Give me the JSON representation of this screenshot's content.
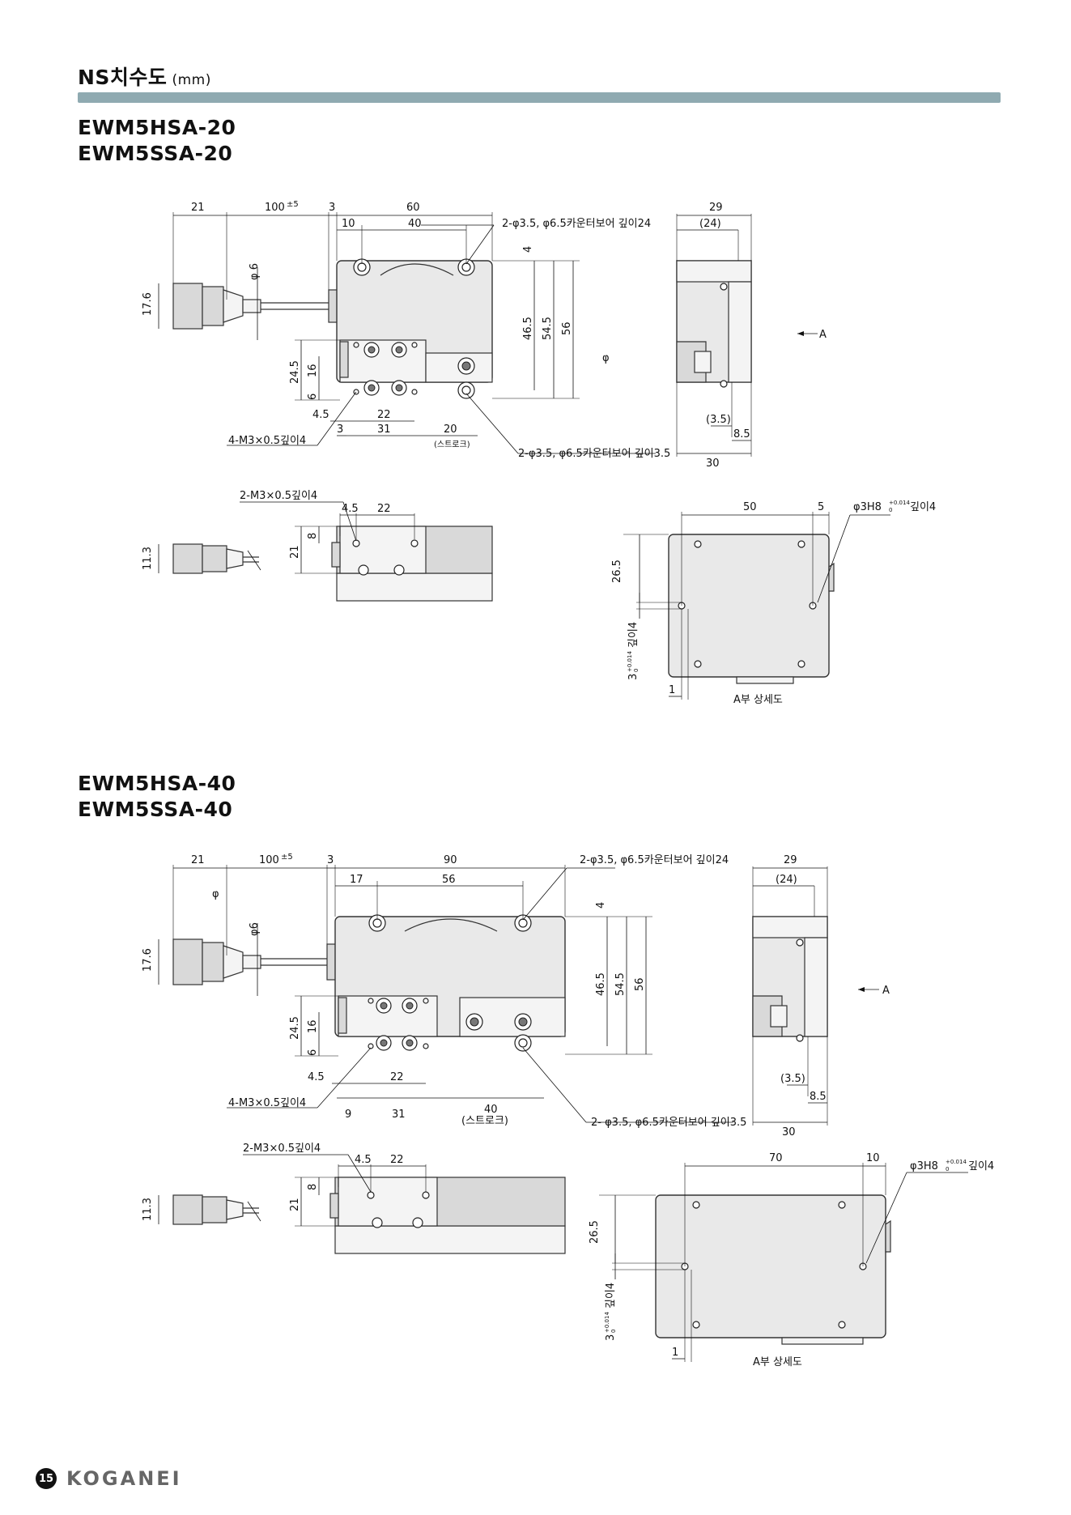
{
  "header": {
    "title": "NS치수도",
    "unit": "(mm)"
  },
  "section_20": {
    "models": [
      "EWM5HSA-20",
      "EWM5SSA-20"
    ],
    "dims": {
      "d21": "21",
      "d100": "100",
      "tol5": "±5",
      "d3": "3",
      "d60": "60",
      "d10": "10",
      "d40": "40",
      "phi6": "φ 6",
      "d17_6": "17.6",
      "d4": "4",
      "d46_5": "46.5",
      "d54_5": "54.5",
      "d56": "56",
      "d24_5": "24.5",
      "d16": "16",
      "d6": "6",
      "d4_5": "4.5",
      "d22": "22",
      "d3b": "3",
      "d31": "31",
      "d20": "20",
      "stroke": "(스트로크)",
      "phi": "φ",
      "d29": "29",
      "d24p": "(24)",
      "d3_5p": "(3.5)",
      "d8_5": "8.5",
      "d30": "30",
      "arrowA": "A"
    },
    "callouts": {
      "top_bore": "2-φ3.5, φ6.5카운터보어 깊이24",
      "m3_tap": "4-M3×0.5깊이4",
      "bottom_bore": "2-φ3.5, φ6.5카운터보어 깊이3.5"
    },
    "lower": {
      "tap2": "2-M3×0.5깊이4",
      "d4_5": "4.5",
      "d22": "22",
      "d8": "8",
      "d21": "21",
      "d11_3": "11.3",
      "d50": "50",
      "d5": "5",
      "pin": "φ3H8",
      "pin_tol_up": "+0.014",
      "pin_tol_dn": "0",
      "pin_depth": "깊이4",
      "d26_5": "26.5",
      "d3": "3",
      "tol_up": "+0.014",
      "tol_dn": "0",
      "depth4": "깊이4",
      "d1": "1",
      "detail": "A부 상세도"
    }
  },
  "section_40": {
    "models": [
      "EWM5HSA-40",
      "EWM5SSA-40"
    ],
    "dims": {
      "d21": "21",
      "d100": "100",
      "tol5": "±5",
      "d3": "3",
      "d90": "90",
      "d17": "17",
      "d56w": "56",
      "phi": "φ",
      "phi6": "φ6",
      "d17_6": "17.6",
      "d4": "4",
      "d46_5": "46.5",
      "d54_5": "54.5",
      "d56": "56",
      "d24_5": "24.5",
      "d16": "16",
      "d6": "6",
      "d4_5": "4.5",
      "d22": "22",
      "d9": "9",
      "d31": "31",
      "d40": "40",
      "stroke": "(스트로크)",
      "d29": "29",
      "d24p": "(24)",
      "d3_5p": "(3.5)",
      "d8_5": "8.5",
      "d30": "30",
      "arrowA": "A"
    },
    "callouts": {
      "top_bore": "2-φ3.5, φ6.5카운터보어 깊이24",
      "m3_tap": "4-M3×0.5깊이4",
      "bottom_bore": "2- φ3.5, φ6.5카운터보어 깊이3.5"
    },
    "lower": {
      "tap2": "2-M3×0.5깊이4",
      "d4_5": "4.5",
      "d22": "22",
      "d8": "8",
      "d21": "21",
      "d11_3": "11.3",
      "d70": "70",
      "d10": "10",
      "pin": "φ3H8",
      "pin_tol_up": "+0.014",
      "pin_tol_dn": "0",
      "pin_depth": "깊이4",
      "d26_5": "26.5",
      "d3": "3",
      "tol_up": "+0.014",
      "tol_dn": "0",
      "depth4": "깊이4",
      "d1": "1",
      "detail": "A부 상세도"
    }
  },
  "footer": {
    "page_number": "15",
    "brand": "KOGANEI"
  }
}
